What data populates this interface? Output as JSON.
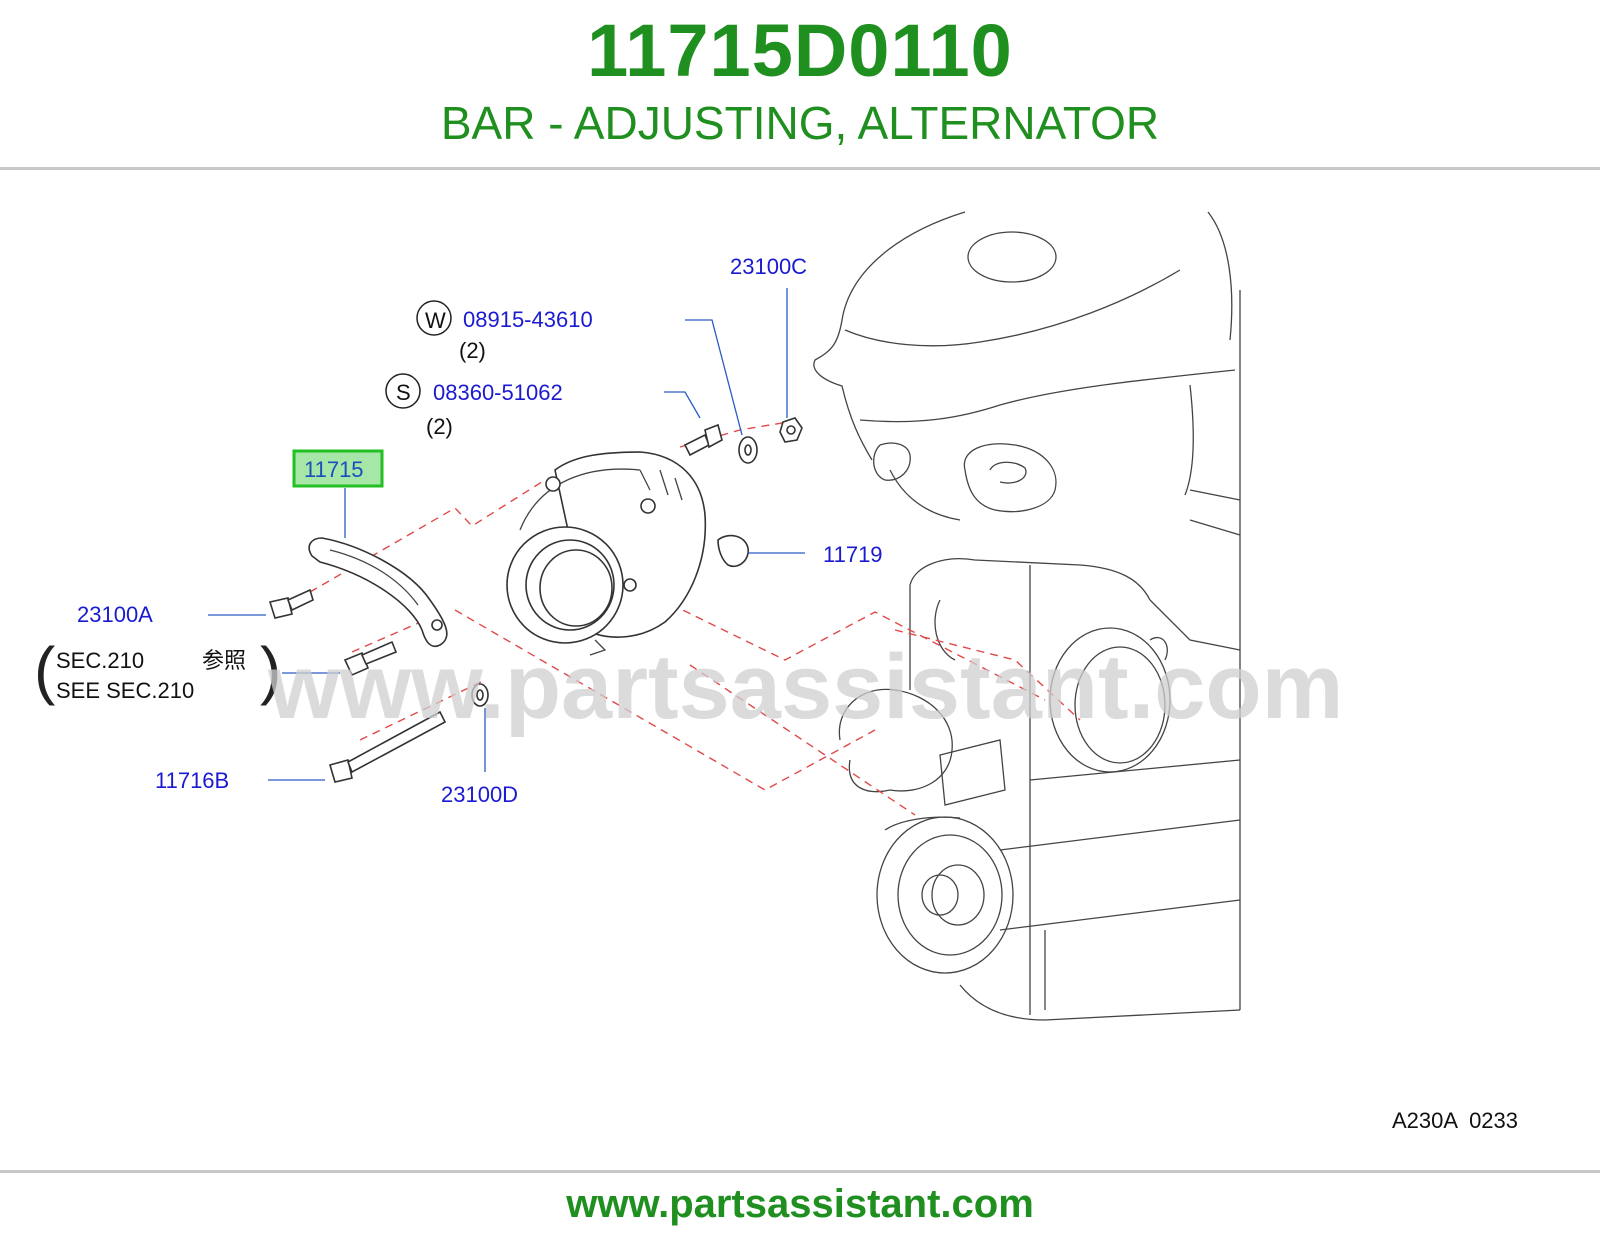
{
  "header": {
    "part_number": "11715D0110",
    "description": "BAR - ADJUSTING, ALTERNATOR"
  },
  "callouts": {
    "highlight": "11715",
    "c23100C": "23100C",
    "w_symbol": "W",
    "w_part": "08915-43610",
    "w_qty": "(2)",
    "s_symbol": "S",
    "s_part": "08360-51062",
    "s_qty": "(2)",
    "c11719": "11719",
    "c23100A": "23100A",
    "sec_line1_left": "SEC.210",
    "sec_line1_right": "参照",
    "sec_line2": "SEE  SEC.210",
    "c11716B": "11716B",
    "c23100D": "23100D"
  },
  "diagram_code": "A230A  0233",
  "watermark": "www.partsassistant.com",
  "footer": {
    "url": "www.partsassistant.com"
  },
  "colors": {
    "brand_green": "#1f8f1f",
    "callout_blue": "#1a1ad0",
    "highlight_fill": "#a6e6a6",
    "highlight_border": "#22c022",
    "dash_red": "#e04a4a"
  }
}
